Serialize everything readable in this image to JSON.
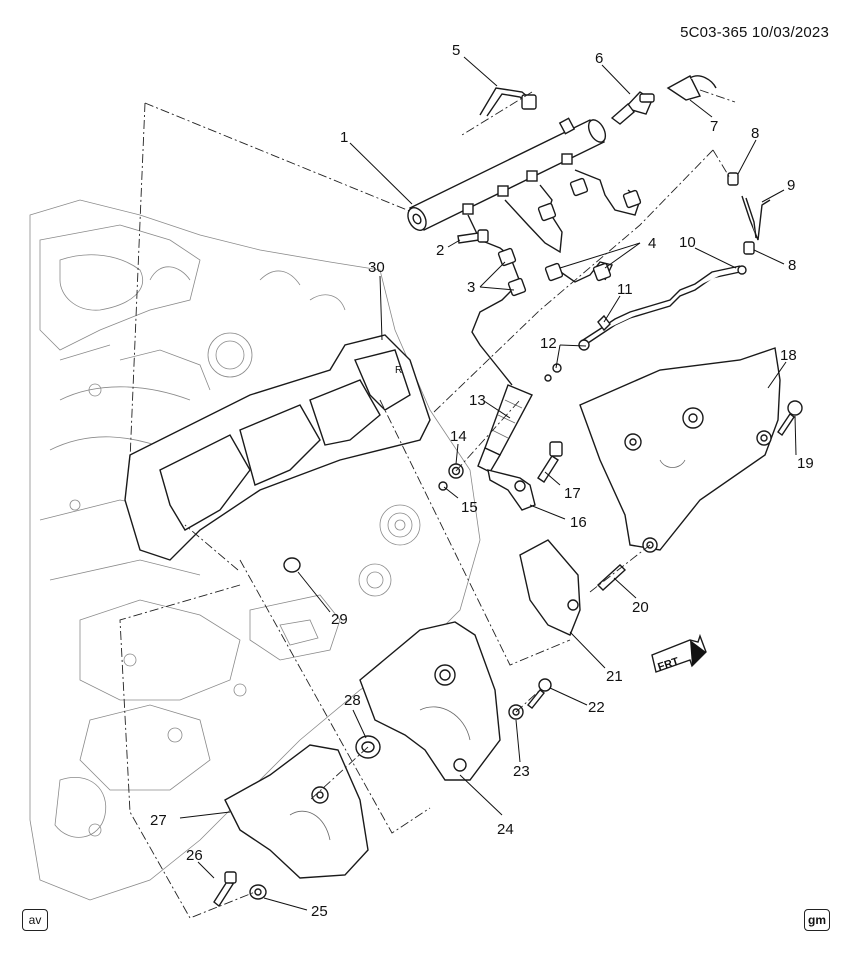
{
  "header": {
    "reference": "5C03-365  10/03/2023"
  },
  "footer": {
    "left_badge": "av",
    "right_badge": "gm"
  },
  "direction_marker": {
    "label": "FRT"
  },
  "callouts": [
    "1",
    "2",
    "3",
    "4",
    "5",
    "6",
    "7",
    "8",
    "8",
    "9",
    "10",
    "11",
    "12",
    "13",
    "14",
    "15",
    "16",
    "17",
    "18",
    "19",
    "20",
    "21",
    "22",
    "23",
    "24",
    "25",
    "26",
    "27",
    "28",
    "29",
    "30"
  ],
  "colors": {
    "line": "#1a1a1a",
    "engine_detail": "#8a8a8a",
    "background": "#ffffff"
  }
}
